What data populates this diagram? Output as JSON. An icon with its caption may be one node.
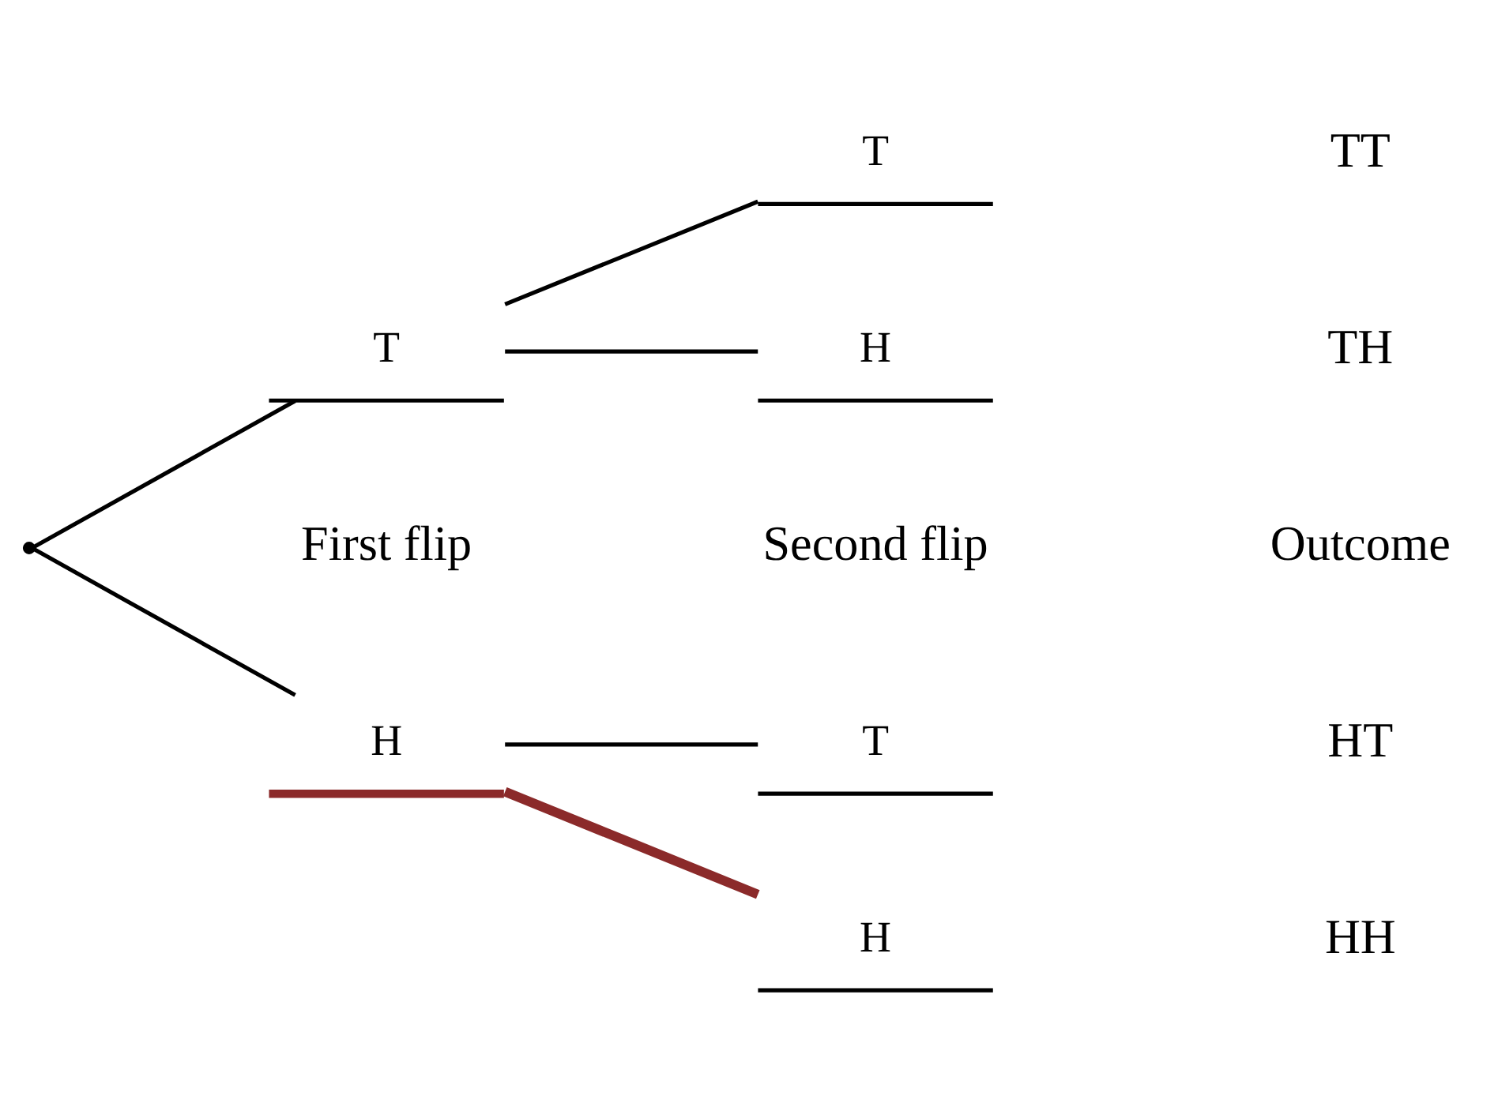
{
  "diagram": {
    "nodes": [
      {
        "text": [],
        "shape": "point"
      },
      {
        "text": [
          "H"
        ]
      },
      {
        "text": [
          "H"
        ]
      },
      {
        "text": [
          "T"
        ]
      },
      {
        "text": [
          "T"
        ]
      },
      {
        "text": [
          "H"
        ]
      },
      {
        "text": [
          "T"
        ]
      }
    ],
    "edges": [
      {
        "from": 0,
        "to": 1,
        "arrow": "none"
      },
      {
        "from": 0,
        "to": 4,
        "arrow": "none"
      },
      {
        "from": 1,
        "to": 2,
        "arrow": "none",
        "style": "thick",
        "color": "#8b2a2a"
      },
      {
        "from": 1,
        "to": 3,
        "arrow": "none"
      },
      {
        "from": 4,
        "to": 5,
        "arrow": "none"
      },
      {
        "from": 4,
        "to": 6,
        "arrow": "none"
      }
    ],
    "labels": [
      "First flip",
      "Second flip",
      "Outcome",
      "HH",
      "HT",
      "TH",
      "TT"
    ]
  }
}
